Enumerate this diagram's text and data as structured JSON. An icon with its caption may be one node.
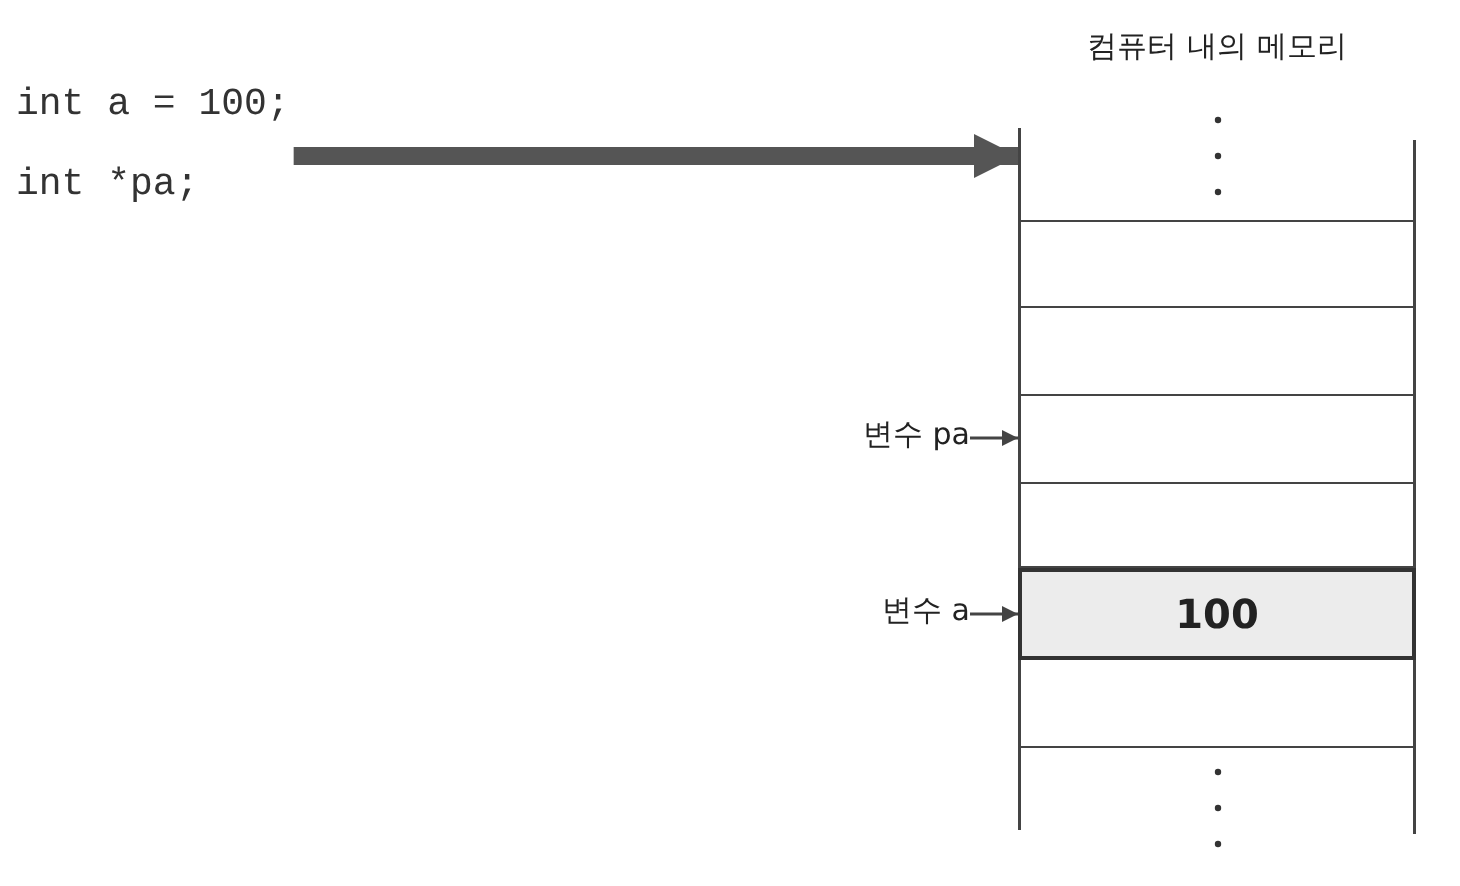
{
  "diagram": {
    "nodes": [
      {
        "text": [
          "int a = 100;",
          "int *pa;"
        ]
      },
      {
        "text": [
          "컴퓨터 내의 메모리"
        ]
      },
      {
        "text": [],
        "shape": "box",
        "in": 1
      },
      {
        "text": [],
        "shape": "box",
        "in": 1
      },
      {
        "text": [],
        "shape": "box",
        "in": 1
      },
      {
        "text": [],
        "shape": "box",
        "in": 1
      },
      {
        "text": [
          "100"
        ],
        "in": 1
      },
      {
        "text": [],
        "shape": "box",
        "in": 1
      },
      {
        "text": [
          "변수 pa"
        ]
      },
      {
        "text": [
          "변수 a"
        ]
      }
    ],
    "edges": [
      {
        "from": 0,
        "to": 1,
        "arrow": "to",
        "style": "thick"
      },
      {
        "from": 8,
        "to": 4,
        "arrow": "to"
      },
      {
        "from": 9,
        "to": 6,
        "arrow": "to"
      }
    ]
  }
}
